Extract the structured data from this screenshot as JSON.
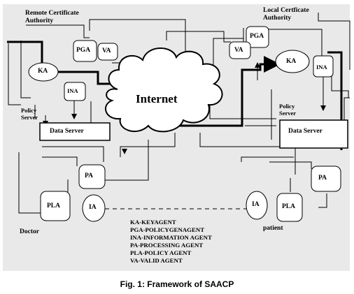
{
  "diagram": {
    "remote_ca_line1": "Remote Certificate",
    "remote_ca_line2": "Authority",
    "local_ca_line1": "Local Certficate",
    "local_ca_line2": "Authority",
    "internet": "Internet",
    "left": {
      "pga": "PGA",
      "va": "VA",
      "ka": "KA",
      "ina": "INA",
      "policy_server_line1": "Policy",
      "policy_server_line2": "Server",
      "data_server": "Data Server",
      "pa": "PA",
      "pla": "PLA",
      "ia": "IA",
      "actor": "Doctor"
    },
    "right": {
      "pga": "PGA",
      "va": "VA",
      "ka": "KA",
      "ina": "INA",
      "policy_server_line1": "Policy",
      "policy_server_line2": "Server",
      "data_server": "Data Server",
      "pa": "PA",
      "pla": "PLA",
      "ia": "IA",
      "actor": "patient"
    },
    "legend": [
      "KA-KEYAGENT",
      "PGA-POLICYGENAGENT",
      "INA-INFORMATION AGENT",
      "PA-PROCESSING AGENT",
      "PLA-POLICY AGENT",
      "VA-VALID AGENT"
    ]
  },
  "caption": "Fig. 1: Framework of SAACP"
}
